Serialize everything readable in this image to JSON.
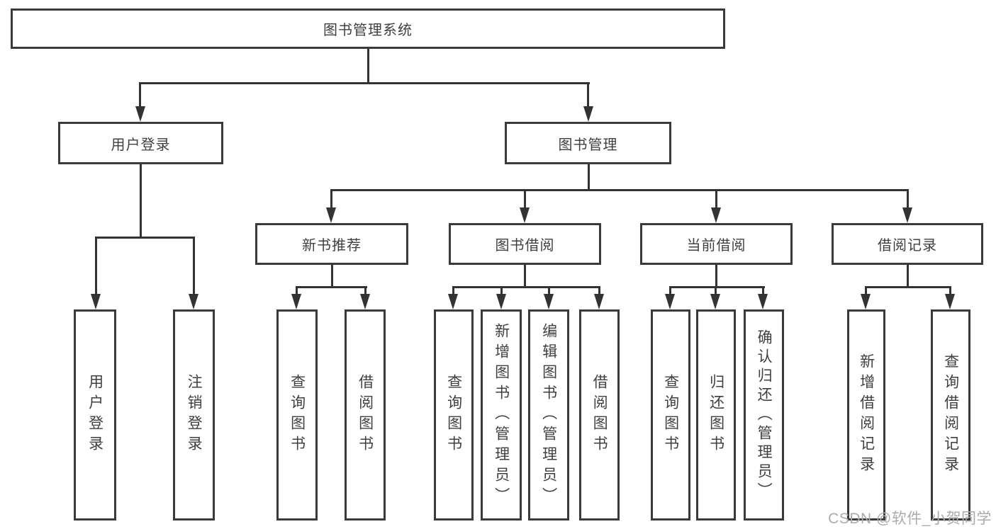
{
  "diagram": {
    "root": {
      "label": "图书管理系统"
    },
    "branches": [
      {
        "label": "用户登录",
        "children": [
          {
            "label": "用户登录"
          },
          {
            "label": "注销登录"
          }
        ]
      },
      {
        "label": "图书管理",
        "children": [
          {
            "label": "新书推荐",
            "children": [
              {
                "label": "查询图书"
              },
              {
                "label": "借阅图书"
              }
            ]
          },
          {
            "label": "图书借阅",
            "children": [
              {
                "label": "查询图书"
              },
              {
                "label": "新增图书（管理员）"
              },
              {
                "label": "编辑图书（管理员）"
              },
              {
                "label": "借阅图书"
              }
            ]
          },
          {
            "label": "当前借阅",
            "children": [
              {
                "label": "查询图书"
              },
              {
                "label": "归还图书"
              },
              {
                "label": "确认归还（管理员）"
              }
            ]
          },
          {
            "label": "借阅记录",
            "children": [
              {
                "label": "新增借阅记录"
              },
              {
                "label": "查询借阅记录"
              }
            ]
          }
        ]
      }
    ],
    "watermark": "CSDN @软件_小贺同学",
    "colors": {
      "line": "#333333",
      "box_border": "#3a3a3a",
      "text": "#3f3f3f",
      "watermark": "#ababab",
      "background": "#ffffff"
    }
  }
}
